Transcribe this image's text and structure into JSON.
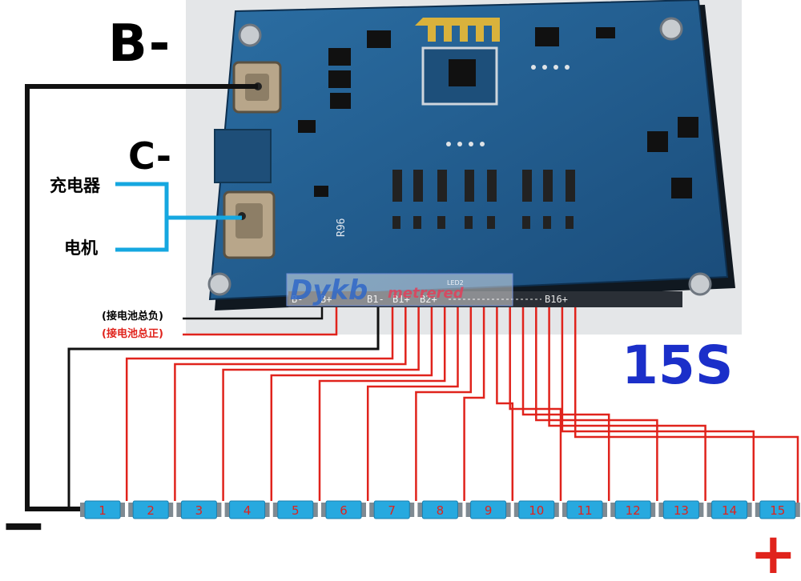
{
  "labels": {
    "b_minus": "B-",
    "c_minus": "C-",
    "charger": "充电器",
    "motor": "电机",
    "pack_negative_note": "(接电池总负)",
    "pack_positive_note": "(接电池总正)",
    "series_count": "15S",
    "minus_sign": "−",
    "plus_sign": "+"
  },
  "board": {
    "silkscreen_b_minus": "B-",
    "silkscreen_b_plus": "B+",
    "silkscreen_b1_minus": "B1-",
    "silkscreen_b1_plus": "B1+",
    "silkscreen_b2_plus": "B2+",
    "silkscreen_b16_plus": "B16+",
    "silkscreen_r96": "R96",
    "silkscreen_led2": "LED2"
  },
  "watermark": {
    "brand": "Dykb",
    "suffix": "metrered"
  },
  "cells": [
    "1",
    "2",
    "3",
    "4",
    "5",
    "6",
    "7",
    "8",
    "9",
    "10",
    "11",
    "12",
    "13",
    "14",
    "15"
  ],
  "colors": {
    "negative_wire": "#111111",
    "balance_wire": "#e0231c",
    "load_wire": "#15a7e0",
    "cell_fill": "#27a9df",
    "cell_cap": "#7f8a92",
    "board": "#1f5787",
    "series_text": "#1b2fc9"
  }
}
